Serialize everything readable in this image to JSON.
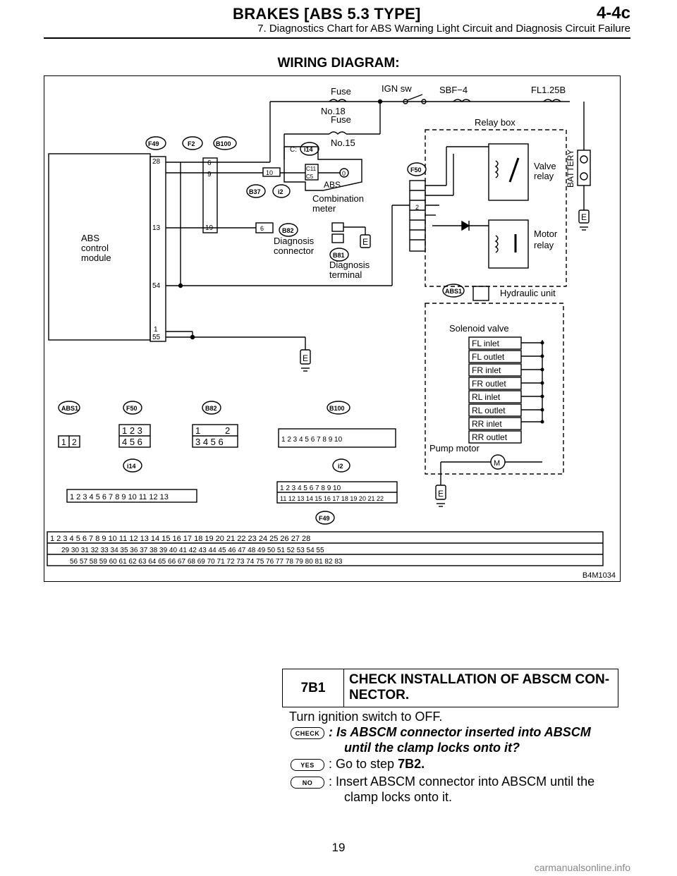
{
  "header": {
    "title": "BRAKES [ABS 5.3 TYPE]",
    "code": "4-4c",
    "subtitle": "7. Diagnostics Chart for ABS Warning Light Circuit and Diagnosis Circuit Failure"
  },
  "section_title": "WIRING DIAGRAM:",
  "figure": {
    "code": "B4M1034",
    "labels": {
      "fuse18_a": "Fuse",
      "fuse18_b": "No.18",
      "fuse15_a": "Fuse",
      "fuse15_b": "No.15",
      "ign": "IGN sw",
      "sbf": "SBF−4",
      "fl": "FL1.25B",
      "relay_box": "Relay box",
      "battery": "BATTERY",
      "valve_relay_a": "Valve",
      "valve_relay_b": "relay",
      "motor_relay_a": "Motor",
      "motor_relay_b": "relay",
      "abs_module_a": "ABS",
      "abs_module_b": "control",
      "abs_module_c": "module",
      "abs_lamp": "ABS",
      "comb_a": "Combination",
      "comb_b": "meter",
      "diag_conn_a": "Diagnosis",
      "diag_conn_b": "connector",
      "diag_term_a": "Diagnosis",
      "diag_term_b": "terminal",
      "hydraulic": "Hydraulic unit",
      "solenoid": "Solenoid valve",
      "pump": "Pump motor",
      "c_prefix": "C:",
      "earth": "E"
    },
    "connectors": {
      "F49": "F49",
      "F2": "F2",
      "B100": "B100",
      "B37": "B37",
      "i2": "i2",
      "i14": "i14",
      "F50": "F50",
      "B82": "B82",
      "B81": "B81",
      "ABS1": "ABS1"
    },
    "valves": [
      "FL inlet",
      "FL outlet",
      "FR inlet",
      "FR outlet",
      "RL inlet",
      "RL outlet",
      "RR inlet",
      "RR outlet"
    ]
  },
  "step": {
    "number": "7B1",
    "title": "CHECK INSTALLATION OF ABSCM CON-\nNECTOR.",
    "instruction": "Turn ignition switch to OFF.",
    "check_badge": "CHECK",
    "check_text_1": ": Is ABSCM connector inserted into ABSCM",
    "check_text_2": "until the clamp locks onto it?",
    "yes_badge": "YES",
    "yes_text": ": Go to step",
    "yes_target": "7B2.",
    "no_badge": "NO",
    "no_text_1": ": Insert ABSCM connector into ABSCM until the",
    "no_text_2": "clamp locks onto it."
  },
  "page_number": "19",
  "watermark": "carmanualsonline.info"
}
